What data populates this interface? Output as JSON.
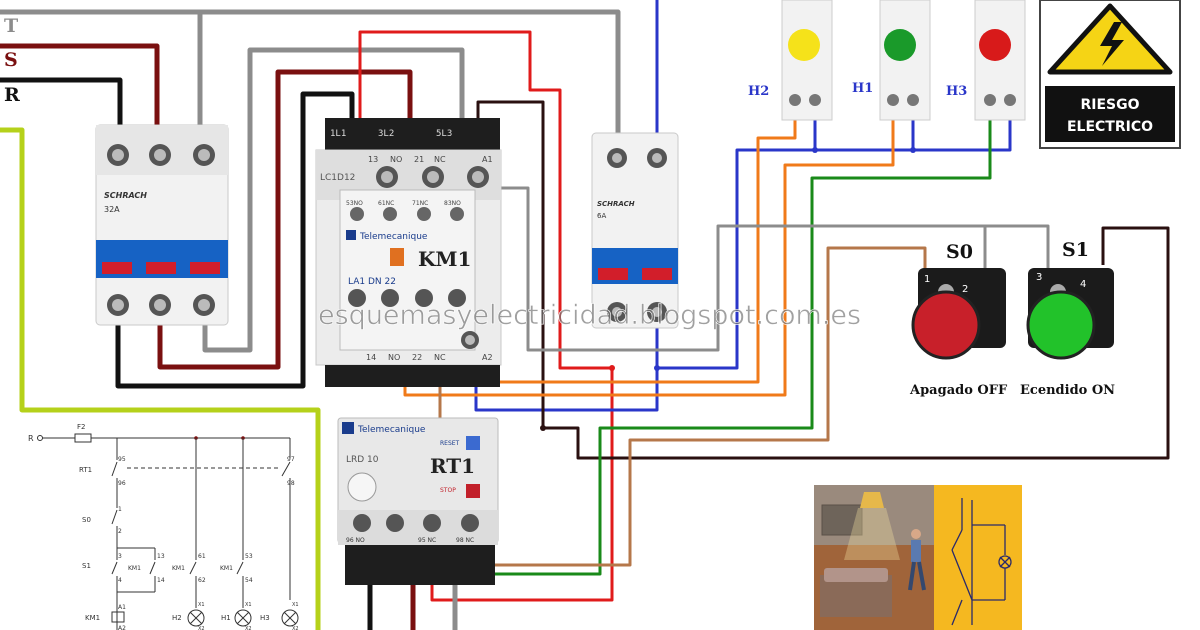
{
  "phases": {
    "t": "T",
    "s": "S",
    "r": "R"
  },
  "breaker_main": {
    "brand": "SCHRACH",
    "rating": "32A"
  },
  "breaker_ctrl": {
    "brand": "SCHRACH",
    "rating": "6A"
  },
  "contactor": {
    "tag": "KM1",
    "model": "LC1D12",
    "brand": "Telemecanique",
    "top_terminals": [
      "1L1",
      "3L2",
      "5L3"
    ],
    "aux_top": [
      "13",
      "NO",
      "21",
      "NC",
      "A1"
    ],
    "aux_mid": [
      "53NO",
      "61NC",
      "71NC",
      "83NO"
    ],
    "aux_block": "LA1 DN 22",
    "aux_bottom": [
      "14",
      "NO",
      "22",
      "NC",
      "A2"
    ]
  },
  "relay": {
    "tag": "RT1",
    "brand": "Telemecanique",
    "model": "LRD 10",
    "reset": "RESET",
    "stop": "STOP",
    "terminals": [
      "96 NO",
      "95 NC",
      "98 NC"
    ]
  },
  "lamps": [
    {
      "label": "H2",
      "color": "#f5e21a"
    },
    {
      "label": "H1",
      "color": "#1a9a2a"
    },
    {
      "label": "H3",
      "color": "#d81a1a"
    }
  ],
  "warning": {
    "line1": "RIESGO",
    "line2": "ELECTRICO"
  },
  "buttons": {
    "s0": {
      "label": "S0",
      "caption": "Apagado OFF",
      "pins": [
        "1",
        "2"
      ],
      "color": "#c8202a"
    },
    "s1": {
      "label": "S1",
      "caption": "Ecendido ON",
      "pins": [
        "3",
        "4"
      ],
      "color": "#22c22a"
    }
  },
  "watermark": "esquemasyelectricidad.blogspot.com.es",
  "schematic": {
    "r": "R",
    "f2": "F2",
    "rt1": "RT1",
    "s0": "S0",
    "s1": "S1",
    "km1": "KM1",
    "h1": "H1",
    "h2": "H2",
    "h3": "H3",
    "x1": "X1",
    "x2": "X2",
    "a1": "A1",
    "a2": "A2",
    "n95": "95",
    "n96": "96",
    "n97": "97",
    "n98": "98",
    "n1": "1",
    "n2": "2",
    "n3": "3",
    "n4": "4",
    "n13": "13",
    "n14": "14",
    "n61": "61",
    "n62": "62",
    "n53": "53",
    "n54": "54"
  },
  "colors": {
    "t": "#8c8c8c",
    "s": "#7a1010",
    "r": "#111111",
    "earth": "#b5d11a",
    "red": "#e01b1b",
    "blue": "#2a36c9",
    "orange": "#f07a1a",
    "green": "#1a8a1a",
    "brown": "#b5774a"
  }
}
